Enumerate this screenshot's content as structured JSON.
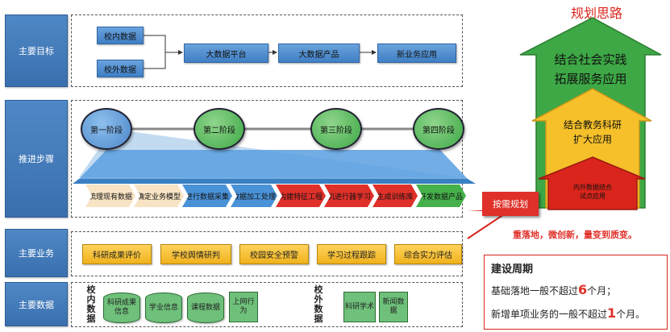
{
  "side_labels": {
    "goals": "主要目标",
    "steps": "推进步骤",
    "business": "主要业务",
    "data": "主要数据"
  },
  "goals": {
    "internal": "校内数据",
    "external": "校外数据",
    "platform": "大数据平台",
    "products": "大数据产品",
    "apps": "新业务应用"
  },
  "stages": [
    "第一阶段",
    "第二阶段",
    "第三阶段",
    "第四阶段"
  ],
  "steps": [
    "梳理现有数据",
    "确定业务模型",
    "进行数据采集",
    "数据加工处理",
    "构建特征工程",
    "机进行器学习",
    "生成训练库",
    "开发数据产品"
  ],
  "business": [
    "科研成果评价",
    "学校舆情研判",
    "校园安全预警",
    "学习过程跟踪",
    "综合实力评估"
  ],
  "data": {
    "internal_label": [
      "校",
      "内",
      "数",
      "据"
    ],
    "external_label": [
      "校",
      "外",
      "数",
      "据"
    ],
    "internal": [
      "科研成果信息",
      "学业信息",
      "课程数据",
      "上网行为"
    ],
    "external": [
      "科研学术",
      "新闻数据"
    ]
  },
  "right": {
    "title": "规划思路",
    "top_line1": "结合社会实践",
    "top_line2": "拓展服务应用",
    "mid_line1": "结合教务科研",
    "mid_line2": "扩大应用",
    "bot_line1": "内外数据结合",
    "bot_line2": "试点应用",
    "tag": "按需规划",
    "slogan": "重落地，微创新，量变到质变。",
    "cycle_title": "建设周期",
    "cycle1_pre": "基础落地一般不超过",
    "cycle1_num": "6",
    "cycle1_post": "个月；",
    "cycle2_pre": "新增单项业务的一般不超过",
    "cycle2_num": "1",
    "cycle2_post": "个月。"
  },
  "colors": {
    "blue": "#4a86c8",
    "green": "#3da845",
    "yellow": "#f5c02a",
    "red": "#d9251b"
  }
}
